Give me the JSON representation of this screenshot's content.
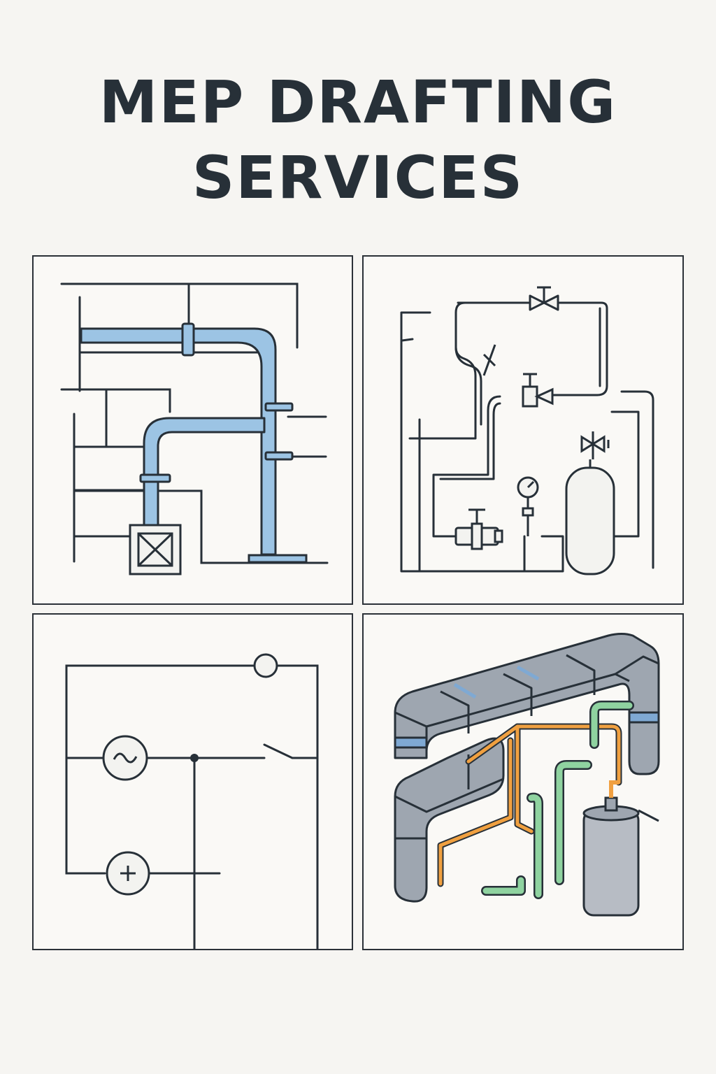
{
  "header": {
    "title_line_1": "MEP DRAFTING",
    "title_line_2": "SERVICES"
  },
  "colors": {
    "ink": "#273038",
    "plumbing_pipe": "#9cc4e4",
    "duct": "#9ea6b0",
    "duct_band": "#7fa9d3",
    "hot_pipe": "#f0a040",
    "green_pipe": "#8fd3a0",
    "tank": "#b7bcc4"
  },
  "panels": [
    {
      "id": "plumbing",
      "icon": "plumbing-riser-icon"
    },
    {
      "id": "piping",
      "icon": "valve-schematic-icon"
    },
    {
      "id": "electrical",
      "icon": "circuit-diagram-icon"
    },
    {
      "id": "hvac",
      "icon": "isometric-duct-icon"
    }
  ]
}
